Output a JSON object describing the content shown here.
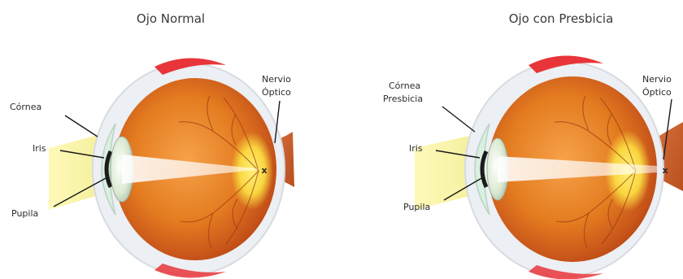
{
  "diagrams": [
    {
      "title": "Ojo Normal",
      "labels": {
        "cornea": "Córnea",
        "iris": "Iris",
        "pupil": "Pupila",
        "nerve_line1": "Nervio",
        "nerve_line2": "Óptico",
        "focus_mark": "x"
      }
    },
    {
      "title": "Ojo con Presbicia",
      "labels": {
        "cornea_line1": "Córnea",
        "cornea_line2": "Presbicia",
        "iris": "Iris",
        "pupil": "Pupila",
        "nerve_line1": "Nervio",
        "nerve_line2": "Óptico",
        "focus_mark": "x"
      }
    }
  ],
  "colors": {
    "sclera_red": "#e8353a",
    "choroid_orange": "#e27a1e",
    "retina_yellow": "#f7d23a",
    "light_beam": "#fff6a8"
  }
}
